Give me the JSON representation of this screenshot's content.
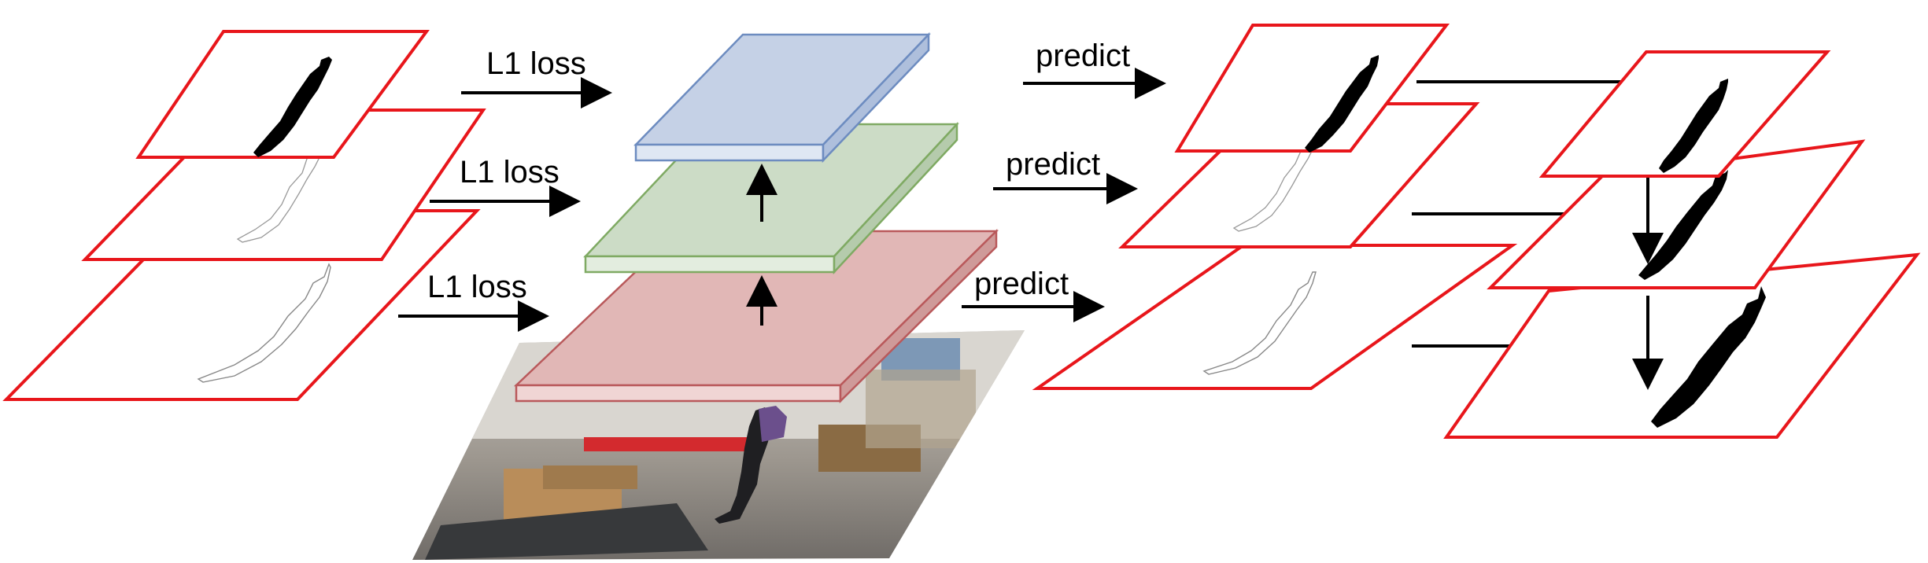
{
  "left_labels": [
    "L1 loss",
    "L1 loss",
    "L1 loss"
  ],
  "right_labels": [
    "predict",
    "predict",
    "predict"
  ],
  "colors": {
    "frame": "#e8161b",
    "layer_top": "#c5d1e6",
    "layer_top_edge": "#6d8cc0",
    "layer_mid": "#ccdcc6",
    "layer_mid_edge": "#7faa63",
    "layer_bottom": "#e1b7b6",
    "layer_bottom_edge": "#b9595b",
    "arrow": "#000000"
  }
}
